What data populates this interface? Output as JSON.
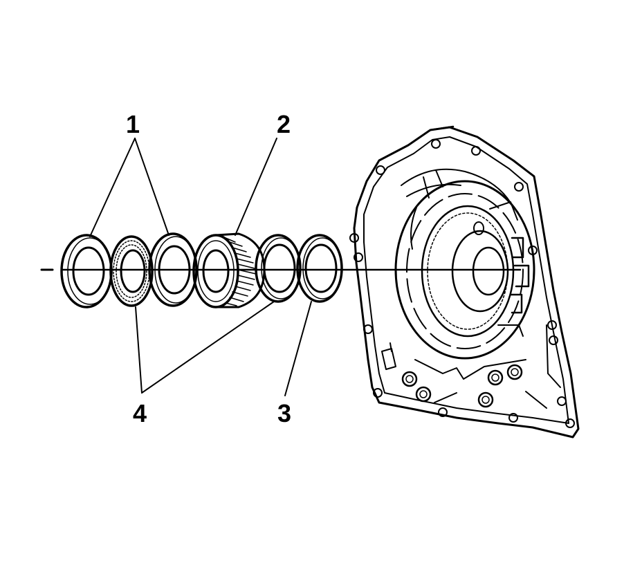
{
  "callouts": [
    {
      "id": "1",
      "text": "1"
    },
    {
      "id": "2",
      "text": "2"
    },
    {
      "id": "3",
      "text": "3"
    },
    {
      "id": "4",
      "text": "4"
    }
  ],
  "colors": {
    "ink": "#000000",
    "paper": "#ffffff"
  }
}
